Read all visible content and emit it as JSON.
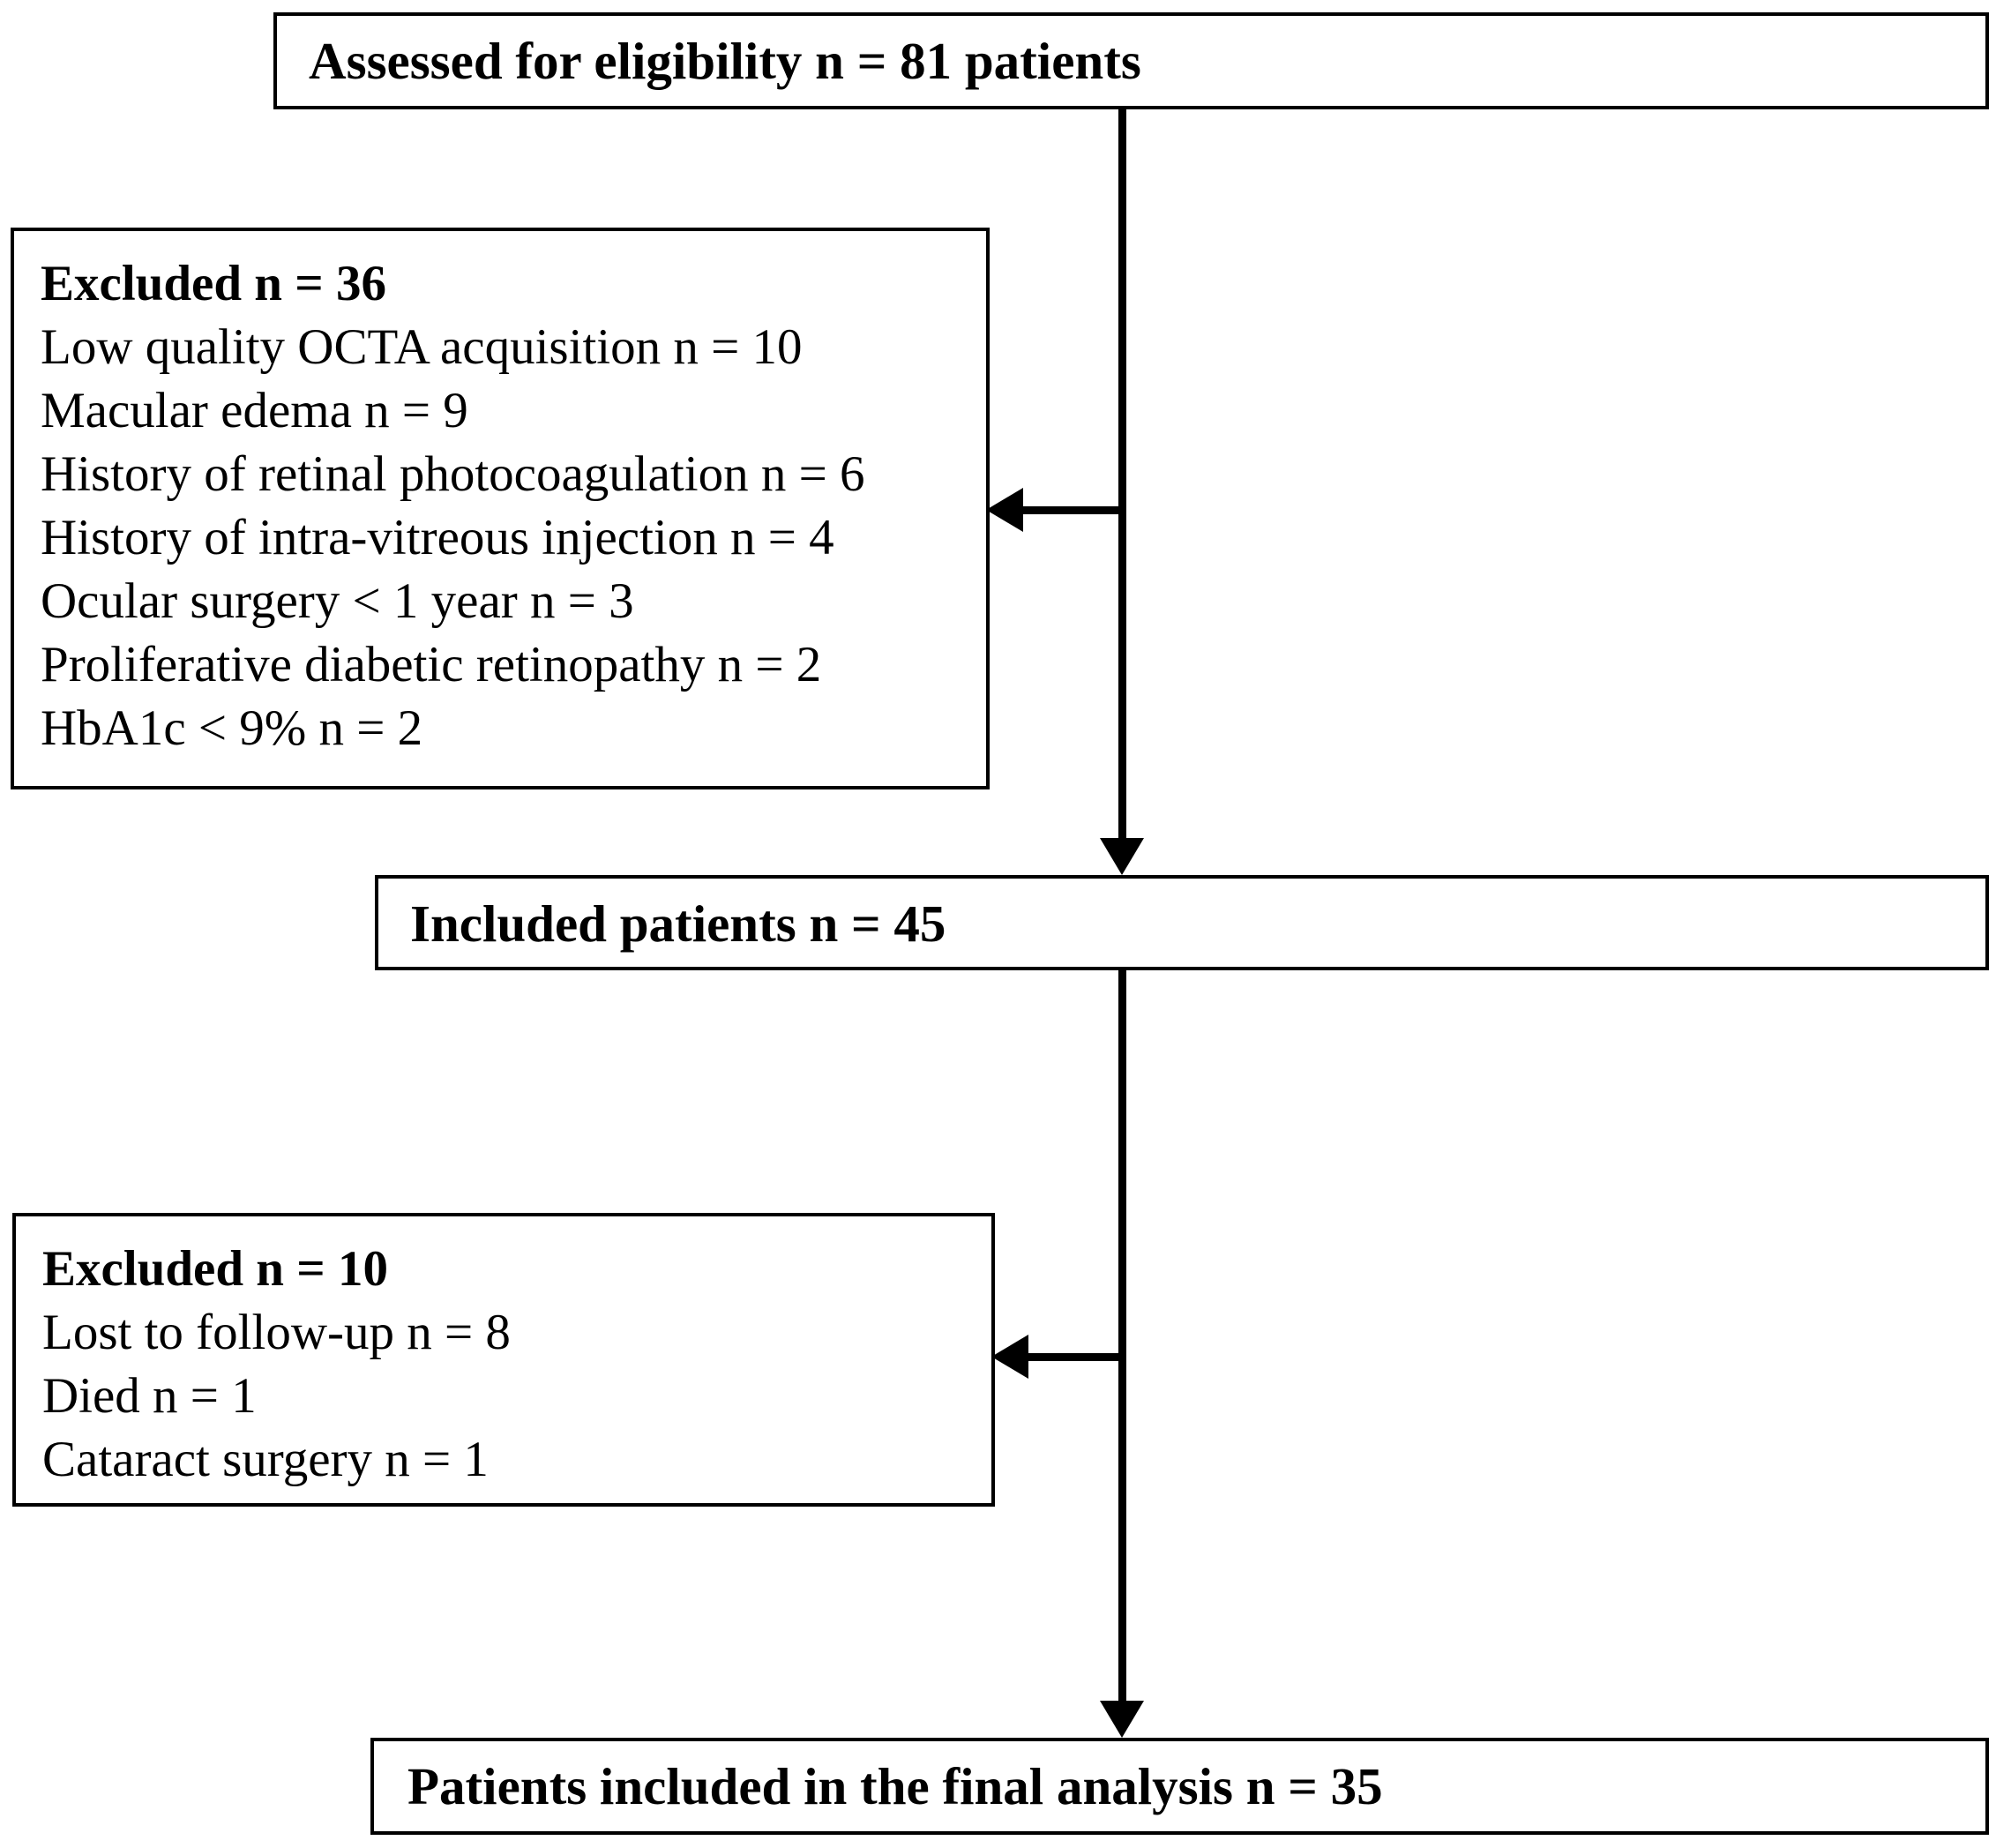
{
  "diagram": {
    "type": "participant-flow-diagram",
    "nodes": {
      "assessed": {
        "label": "Assessed for eligibility n = 81 patients"
      },
      "excluded_first": {
        "heading": "Excluded n = 36",
        "items": [
          "Low quality OCTA acquisition n = 10",
          "Macular edema n = 9",
          "History of retinal photocoagulation n = 6",
          "History of intra-vitreous injection n = 4",
          "Ocular surgery < 1 year n = 3",
          "Proliferative diabetic retinopathy n = 2",
          "HbA1c < 9% n = 2"
        ]
      },
      "included": {
        "label": "Included patients n = 45"
      },
      "excluded_second": {
        "heading": "Excluded n = 10",
        "items": [
          "Lost to follow-up n = 8",
          "Died n = 1",
          "Cataract surgery n = 1"
        ]
      },
      "final": {
        "label": "Patients included in the final analysis n = 35"
      }
    },
    "connectors": {
      "assessed_to_included": "vertical-arrow-down",
      "assessed_to_excluded_first": "horizontal-arrow-left",
      "included_to_final": "vertical-arrow-down",
      "included_to_excluded_second": "horizontal-arrow-left"
    },
    "colors": {
      "stroke": "#000000",
      "fill": "#ffffff",
      "text": "#000000"
    }
  }
}
